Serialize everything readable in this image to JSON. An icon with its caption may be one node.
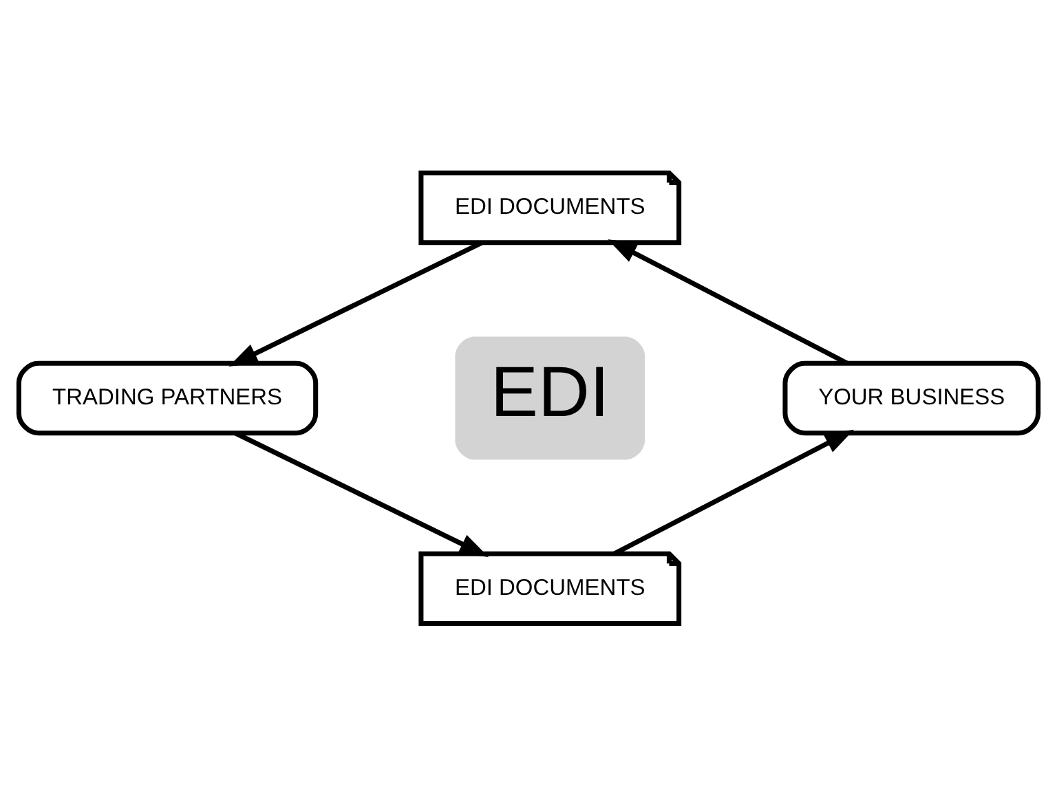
{
  "diagram": {
    "nodes": [
      {
        "text": [
          "EDI DOCUMENTS"
        ]
      },
      {
        "text": [
          "TRADING PARTNERS"
        ]
      },
      {
        "text": [
          "YOUR BUSINESS"
        ]
      },
      {
        "text": [
          "EDI DOCUMENTS"
        ]
      }
    ],
    "edges": [
      {
        "from": 2,
        "to": 0,
        "arrow": "to"
      },
      {
        "from": 0,
        "to": 1,
        "arrow": "to"
      },
      {
        "from": 1,
        "to": 3,
        "arrow": "to"
      },
      {
        "from": 3,
        "to": 2,
        "arrow": "to"
      }
    ],
    "labels": [
      "EDI"
    ]
  }
}
